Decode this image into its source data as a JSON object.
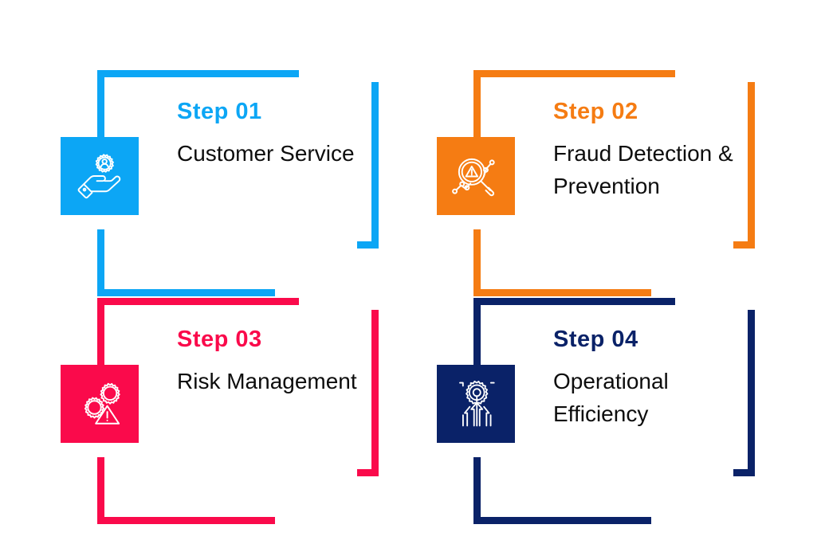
{
  "infographic": {
    "type": "four-step-process",
    "background_color": "#ffffff",
    "steps": [
      {
        "label": "Step 01",
        "title": "Customer Service",
        "color": "#0CA6F5",
        "icon": "hand-holding-gear-user-icon",
        "position": "top-left"
      },
      {
        "label": "Step 02",
        "title": "Fraud Detection & Prevention",
        "color": "#F57C13",
        "icon": "magnifier-warning-analytics-icon",
        "position": "top-right"
      },
      {
        "label": "Step 03",
        "title": "Risk Management",
        "color": "#FA0A4B",
        "icon": "gears-warning-triangle-icon",
        "position": "bottom-left"
      },
      {
        "label": "Step 04",
        "title": "Operational Efficiency",
        "color": "#0A2268",
        "icon": "gear-upward-arrows-icon",
        "position": "bottom-right"
      }
    ]
  }
}
